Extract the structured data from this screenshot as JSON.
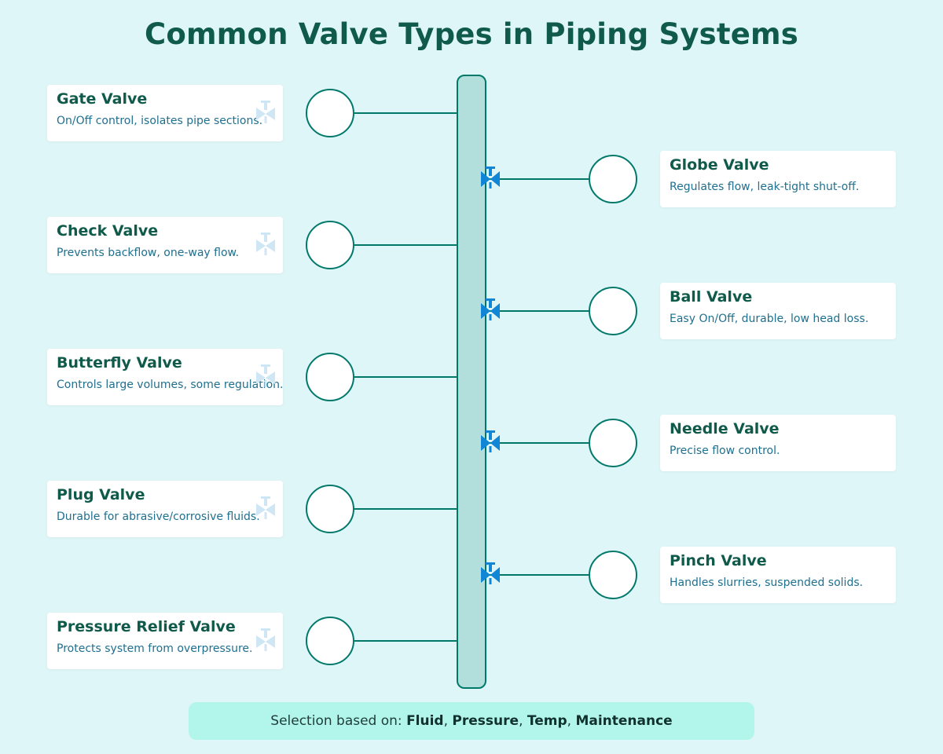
{
  "title": "Common Valve Types in Piping Systems",
  "colors": {
    "background": "#dff6f8",
    "title": "#0f5a4a",
    "pipe_fill": "#b2dfdb",
    "pipe_stroke": "#00796b",
    "connector": "#00796b",
    "valve_symbol": "#1185d6",
    "card_description": "#1f6f8e",
    "footer_background": "#b2f5ea"
  },
  "left_valves": [
    {
      "name": "Gate Valve",
      "description": "On/Off control, isolates pipe sections.",
      "icon": "valve-icon"
    },
    {
      "name": "Check Valve",
      "description": "Prevents backflow, one-way flow.",
      "icon": "valve-icon"
    },
    {
      "name": "Butterfly Valve",
      "description": "Controls large volumes, some regulation.",
      "icon": "valve-icon"
    },
    {
      "name": "Plug Valve",
      "description": "Durable for abrasive/corrosive fluids.",
      "icon": "valve-icon"
    },
    {
      "name": "Pressure Relief Valve",
      "description": "Protects system from overpressure.",
      "icon": "valve-icon"
    }
  ],
  "right_valves": [
    {
      "name": "Globe Valve",
      "description": "Regulates flow, leak-tight shut-off.",
      "icon": "valve-icon"
    },
    {
      "name": "Ball Valve",
      "description": "Easy On/Off, durable, low head loss.",
      "icon": "valve-icon"
    },
    {
      "name": "Needle Valve",
      "description": "Precise flow control.",
      "icon": "valve-icon"
    },
    {
      "name": "Pinch Valve",
      "description": "Handles slurries, suspended solids.",
      "icon": "valve-icon"
    }
  ],
  "footer": {
    "prefix": "Selection based on: ",
    "criteria": [
      "Fluid",
      "Pressure",
      "Temp",
      "Maintenance"
    ],
    "separator": ", "
  }
}
